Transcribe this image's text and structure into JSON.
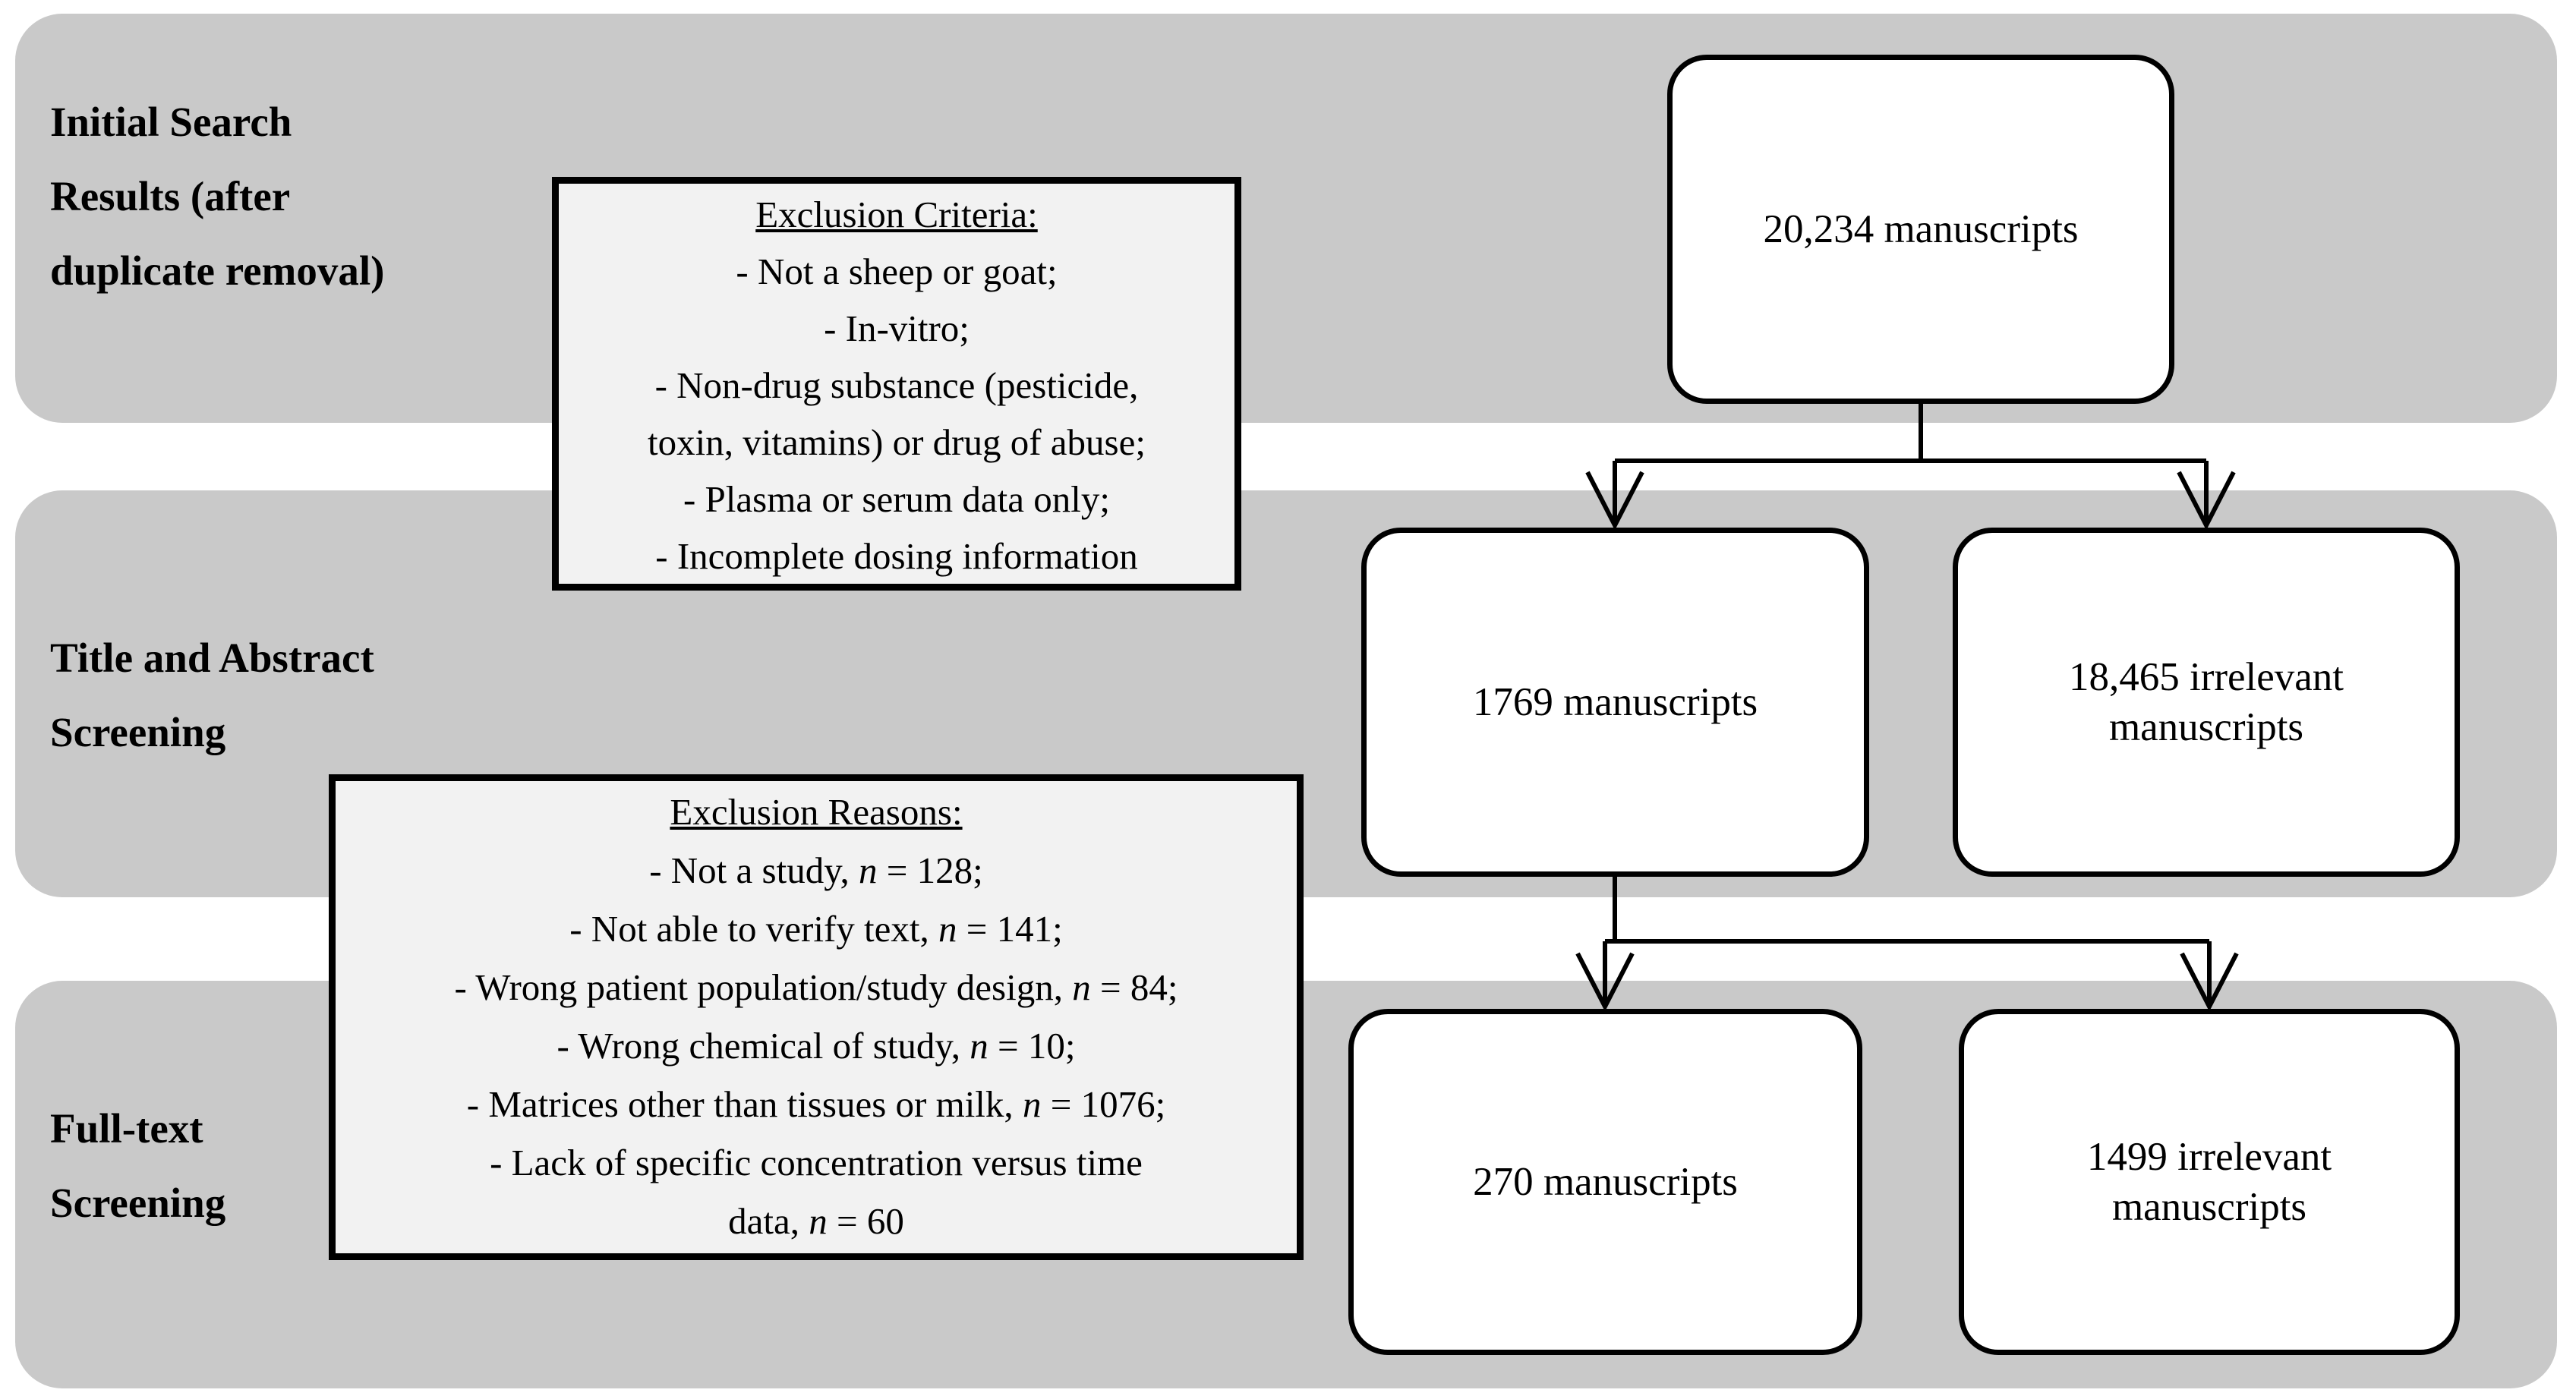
{
  "diagram": {
    "stages": [
      {
        "lines": [
          "Initial Search",
          "Results (after",
          "duplicate removal)"
        ]
      },
      {
        "lines": [
          "Title and Abstract",
          "Screening"
        ]
      },
      {
        "lines": [
          "Full-text",
          "Screening"
        ]
      }
    ],
    "nodes": {
      "initial": "20,234 manuscripts",
      "screened": "1769 manuscripts",
      "title_irrelevant": "18,465 irrelevant manuscripts",
      "fulltext": "270 manuscripts",
      "fulltext_irrelevant": "1499 irrelevant manuscripts"
    },
    "exclusion_criteria": {
      "title": "Exclusion Criteria:",
      "items": [
        "- Not a sheep or goat;",
        "- In-vitro;",
        "- Non-drug substance (pesticide,\ntoxin, vitamins) or drug of abuse;",
        "- Plasma or serum data only;",
        "- Incomplete dosing information"
      ]
    },
    "exclusion_reasons": {
      "title": "Exclusion Reasons:",
      "items": [
        "- Not a study, *n* = 128;",
        "- Not able to verify text, *n* = 141;",
        "- Wrong patient population/study design, *n* = 84;",
        "- Wrong chemical of study, *n* = 10;",
        "- Matrices other than tissues or milk, *n* = 1076;",
        "- Lack of specific concentration versus time\ndata, *n* = 60"
      ]
    },
    "colors": {
      "band": "#c9c9c9",
      "note-fill": "#f2f2f2",
      "node-fill": "#ffffff",
      "line": "#000000"
    }
  }
}
